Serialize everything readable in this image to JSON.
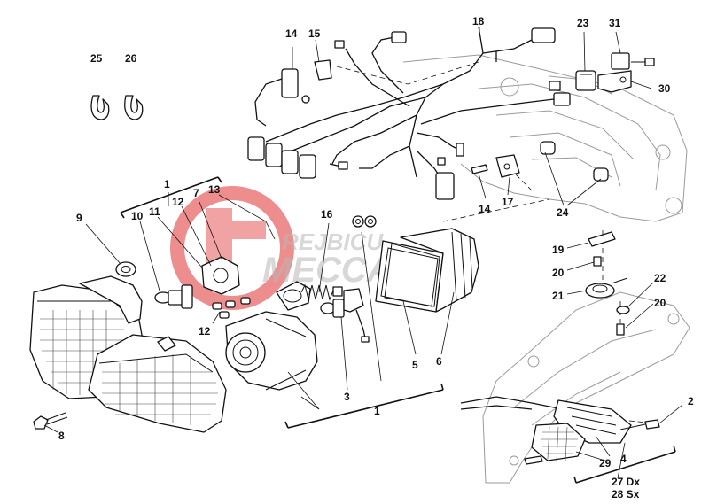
{
  "diagram": {
    "callouts": {
      "n1_top": "1",
      "n1_bottom": "1",
      "n2": "2",
      "n3": "3",
      "n4": "4",
      "n5": "5",
      "n6": "6",
      "n7": "7",
      "n8": "8",
      "n9": "9",
      "n10": "10",
      "n11": "11",
      "n12_top": "12",
      "n12_bottom": "12",
      "n13": "13",
      "n14_top": "14",
      "n14_mid": "14",
      "n15": "15",
      "n16": "16",
      "n17": "17",
      "n18": "18",
      "n19": "19",
      "n20_mid": "20",
      "n20_right": "20",
      "n21": "21",
      "n22": "22",
      "n23": "23",
      "n24": "24",
      "n25": "25",
      "n26": "26",
      "n27": "27 Dx",
      "n28": "28 Sx",
      "n29": "29",
      "n30": "30",
      "n31": "31"
    },
    "watermark": {
      "line1": "REJBICU",
      "line2": "MECCANICA",
      "color": "#e03030"
    }
  }
}
